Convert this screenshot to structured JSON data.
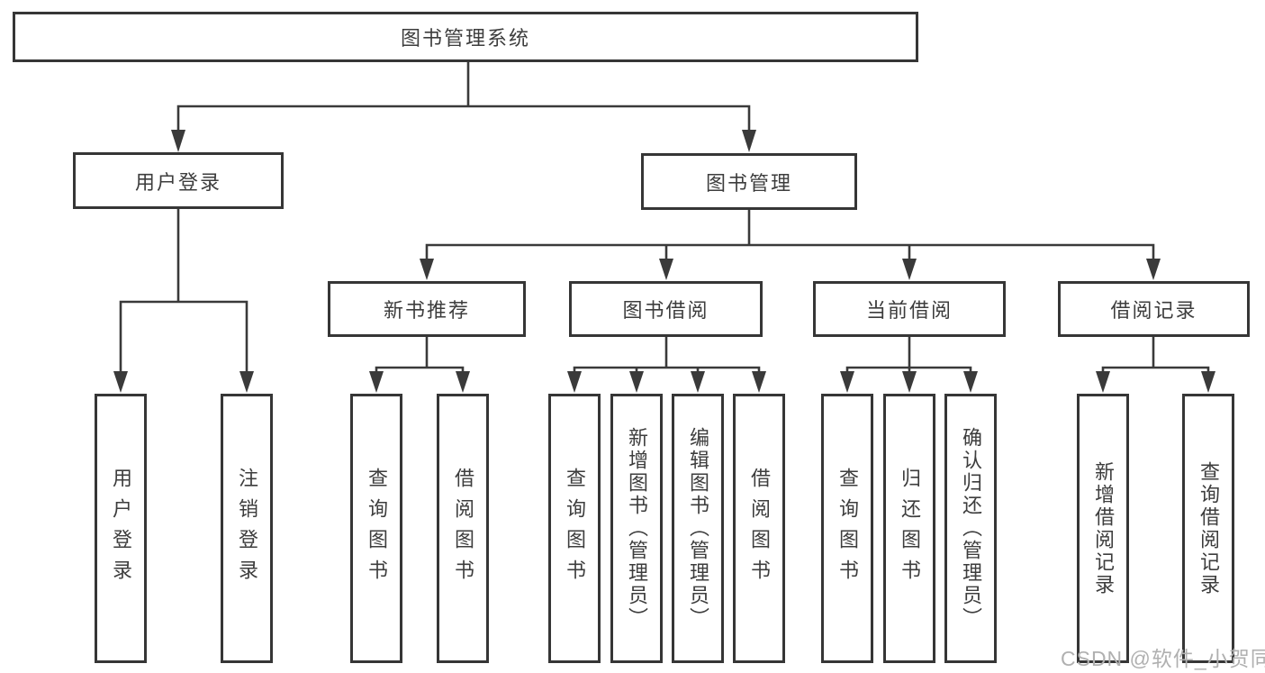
{
  "watermark": "CSDN @软件_小贺同学",
  "colors": {
    "line": "#3a3a3a",
    "border": "#363636",
    "text": "#3d3d3d",
    "watermark": "#b0b0b0",
    "background": "#ffffff"
  },
  "tree": {
    "root": {
      "label": "图书管理系统"
    },
    "children": [
      {
        "label": "用户登录",
        "children": [
          {
            "label": "用户登录"
          },
          {
            "label": "注销登录"
          }
        ]
      },
      {
        "label": "图书管理",
        "children": [
          {
            "label": "新书推荐",
            "children": [
              {
                "label": "查询图书"
              },
              {
                "label": "借阅图书"
              }
            ]
          },
          {
            "label": "图书借阅",
            "children": [
              {
                "label": "查询图书"
              },
              {
                "label": "新增图书（管理员）"
              },
              {
                "label": "编辑图书（管理员）"
              },
              {
                "label": "借阅图书"
              }
            ]
          },
          {
            "label": "当前借阅",
            "children": [
              {
                "label": "查询图书"
              },
              {
                "label": "归还图书"
              },
              {
                "label": "确认归还（管理员）"
              }
            ]
          },
          {
            "label": "借阅记录",
            "children": [
              {
                "label": "新增借阅记录"
              },
              {
                "label": "查询借阅记录"
              }
            ]
          }
        ]
      }
    ]
  }
}
